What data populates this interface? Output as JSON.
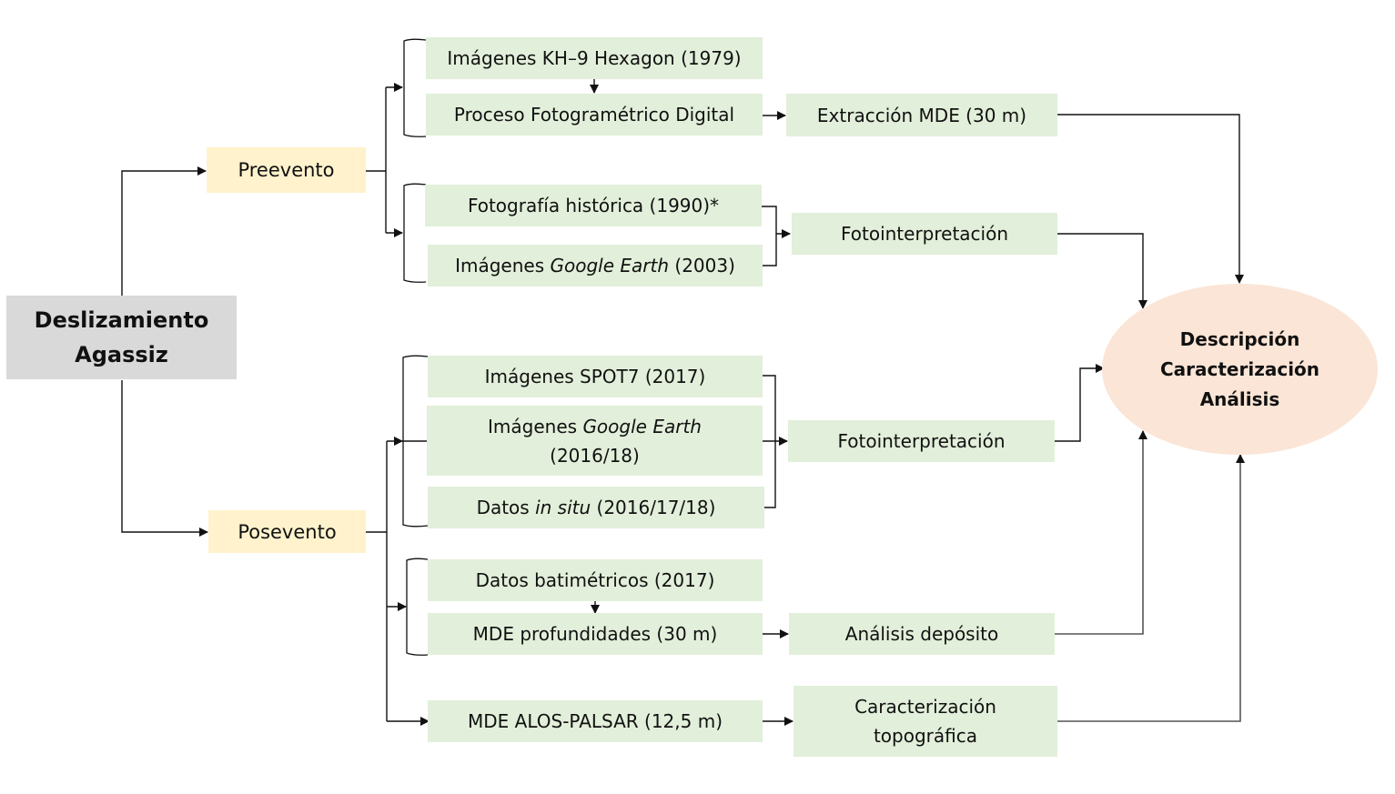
{
  "root": {
    "line1": "Deslizamiento",
    "line2": "Agassiz"
  },
  "phases": {
    "pre": "Preevento",
    "post": "Posevento"
  },
  "pre_event": {
    "group1": {
      "source": "Imágenes KH–9 Hexagon (1979)",
      "process": "Proceso Fotogramétrico Digital",
      "output": "Extracción MDE (30 m)"
    },
    "group2": {
      "source1": "Fotografía histórica (1990)*",
      "source2_prefix": "Imágenes ",
      "source2_italic": "Google Earth",
      "source2_suffix": " (2003)",
      "output": "Fotointerpretación"
    }
  },
  "post_event": {
    "group1": {
      "source1": "Imágenes SPOT7 (2017)",
      "source2_prefix": "Imágenes ",
      "source2_italic": "Google Earth",
      "source2_line2": "(2016/18)",
      "source3_prefix": "Datos ",
      "source3_italic": "in situ",
      "source3_suffix": " (2016/17/18)",
      "output": "Fotointerpretación"
    },
    "group2": {
      "source": "Datos batimétricos (2017)",
      "process": "MDE profundidades (30 m)",
      "output": "Análisis depósito"
    },
    "group3": {
      "source": "MDE ALOS-PALSAR (12,5 m)",
      "output_line1": "Caracterización",
      "output_line2": "topográfica"
    }
  },
  "result": {
    "line1": "Descripción",
    "line2": "Caracterización",
    "line3": "Análisis"
  },
  "colors": {
    "root": "#d9d9d9",
    "phase": "#fff2cc",
    "step": "#e2efda",
    "result": "#fbe5d6"
  }
}
